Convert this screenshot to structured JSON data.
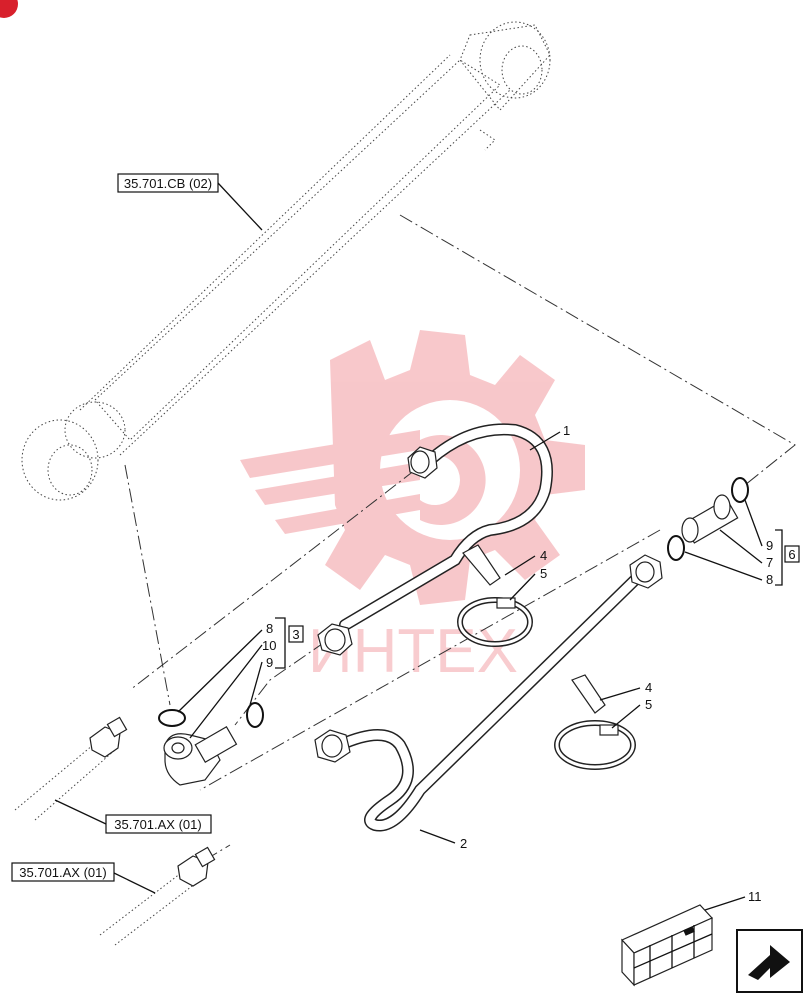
{
  "references": {
    "cylinder": "35.701.CB (02)",
    "pipe_upper": "35.701.AX (01)",
    "pipe_lower": "35.701.AX (01)"
  },
  "callouts": {
    "c1": "1",
    "c2": "2",
    "c4a": "4",
    "c5a": "5",
    "c4b": "4",
    "c5b": "5",
    "c8a": "8",
    "c10": "10",
    "c9a": "9",
    "box3": "3",
    "c9b": "9",
    "c7": "7",
    "c8b": "8",
    "box6": "6",
    "c11": "11"
  },
  "watermark": {
    "text": "ИНТЕХ",
    "color": "#e53945"
  },
  "icons": {
    "corner": "corner-badge-icon",
    "nav": "next-page-arrow-icon",
    "crate": "crate-icon"
  }
}
